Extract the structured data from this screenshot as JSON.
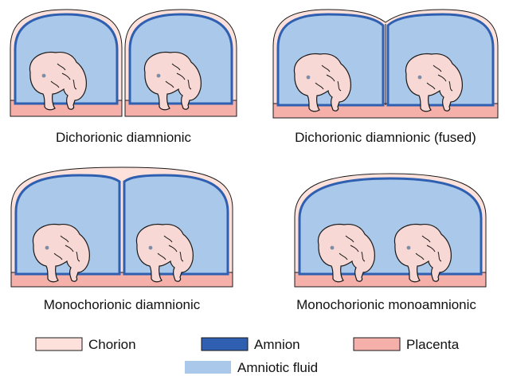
{
  "panels": [
    {
      "label": "Dichorionic diamnionic"
    },
    {
      "label": "Dichorionic diamnionic (fused)"
    },
    {
      "label": "Monochorionic diamnionic"
    },
    {
      "label": "Monochorionic monoamnionic"
    }
  ],
  "legend": [
    {
      "label": "Chorion",
      "swatch": "chorion"
    },
    {
      "label": "Amnion",
      "swatch": "amnion"
    },
    {
      "label": "Placenta",
      "swatch": "placenta"
    },
    {
      "label": "Amniotic fluid",
      "swatch": "fluid"
    }
  ],
  "colors": {
    "chorion": "#fde1da",
    "amnion": "#2f5fb0",
    "placenta": "#f5b0aa",
    "fluid": "#a9c8ea",
    "outline": "#1a1a1a",
    "embryo": "#f8d8d4"
  }
}
